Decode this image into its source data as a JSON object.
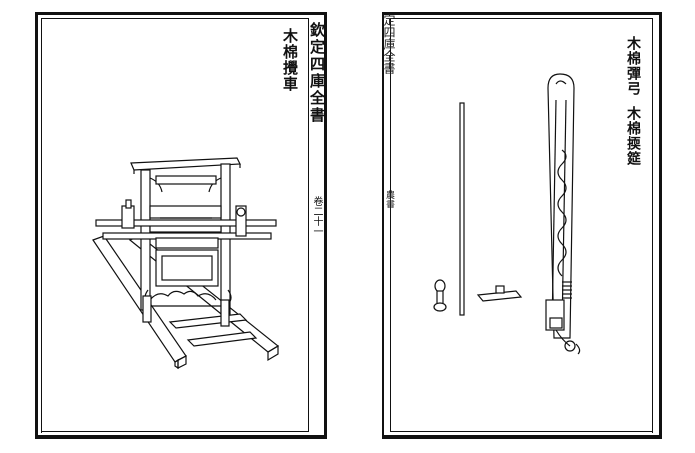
{
  "left_page": {
    "title": "木棉攪車",
    "margin_book_title": "欽定四庫全書",
    "margin_volume": "卷二十一"
  },
  "right_page": {
    "label_bow": "木棉彈弓",
    "label_rolling_pin": "木棉㨎筵",
    "margin_fragment_top": "定四庫全書",
    "margin_fragment_mid": "農書"
  }
}
